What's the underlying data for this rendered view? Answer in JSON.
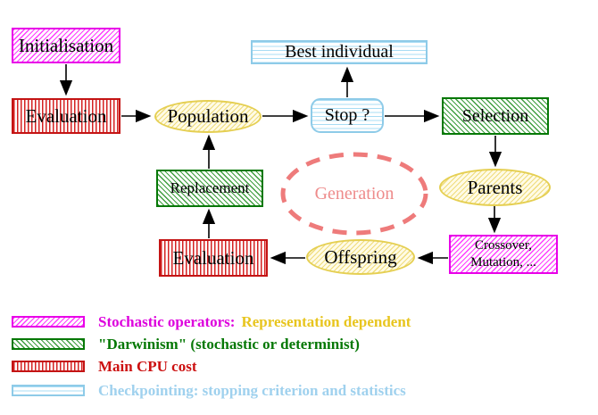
{
  "diagram": {
    "title_hint": "evolutionary-algorithm-cycle",
    "nodes": {
      "initialisation": "Initialisation",
      "evaluation_top": "Evaluation",
      "population": "Population",
      "best_individual": "Best individual",
      "stop": "Stop ?",
      "selection": "Selection",
      "parents": "Parents",
      "generation": "Generation",
      "replacement": "Replacement",
      "evaluation_bottom": "Evaluation",
      "offspring": "Offspring",
      "crossover_line1": "Crossover,",
      "crossover_line2": "Mutation, ..."
    },
    "legend": {
      "rows": [
        {
          "swatch": "magenta-diagonal-hatch",
          "part1": "Stochastic operators:",
          "part2": "Representation dependent"
        },
        {
          "swatch": "green-diagonal-hatch",
          "part1": "\"Darwinism\" (stochastic or determinist)",
          "part2": ""
        },
        {
          "swatch": "red-vertical-stripes",
          "part1": "Main CPU cost",
          "part2": ""
        },
        {
          "swatch": "blue-horizontal-lines",
          "part1": "Checkpointing: stopping criterion and statistics",
          "part2": ""
        }
      ]
    },
    "colors": {
      "magenta": "#e800e8",
      "green": "#067806",
      "red": "#c41414",
      "yellow_border": "#e5cf52",
      "blue": "#8ecbe8",
      "salmon_dashed": "#ee7b7b",
      "gold_text": "#e8c51e",
      "legend_blue_text": "#9fd1ee",
      "arrow": "#000000",
      "background": "#ffffff"
    }
  }
}
